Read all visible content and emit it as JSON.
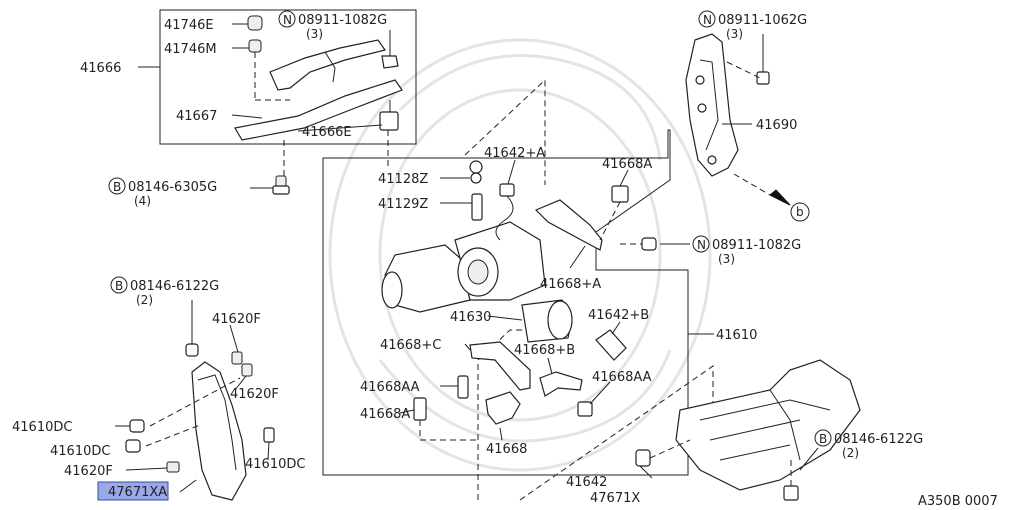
{
  "diagram_ref": "A350B 0007",
  "labels": {
    "p41746E": "41746E",
    "p41746M": "41746M",
    "p41666": "41666",
    "p41667": "41667",
    "p41666E": "41666E",
    "bolt_08146_6305G": "08146-6305G",
    "bolt_08146_6305G_qty": "(4)",
    "nut_08911_1082G_top": "08911-1082G",
    "nut_08911_1082G_top_qty": "(3)",
    "nut_08911_1062G": "08911-1062G",
    "nut_08911_1062G_qty": "(3)",
    "p41690": "41690",
    "ref_b": "b",
    "p41642A": "41642+A",
    "p41668A": "41668A",
    "p41128Z": "41128Z",
    "p41129Z": "41129Z",
    "nut_08911_1082G_mid": "08911-1082G",
    "nut_08911_1082G_mid_qty": "(3)",
    "p41668plusA": "41668+A",
    "p41630": "41630",
    "p41642B": "41642+B",
    "p41610": "41610",
    "p41668C": "41668+C",
    "p41668B": "41668+B",
    "p41668AA_left": "41668AA",
    "p41668AA_right": "41668AA",
    "p41668A_low": "41668A",
    "p41668": "41668",
    "p41642": "41642",
    "p47671X": "47671X",
    "bolt_08146_6122G_left": "08146-6122G",
    "bolt_08146_6122G_left_qty": "(2)",
    "bolt_08146_6122G_right": "08146-6122G",
    "bolt_08146_6122G_right_qty": "(2)",
    "p41620F_top": "41620F",
    "p41620F_mid": "41620F",
    "p41620F_low": "41620F",
    "p41610DC_a": "41610DC",
    "p41610DC_b": "41610DC",
    "p41610DC_c": "41610DC",
    "p47671XA": "47671XA",
    "badge_N": "N",
    "badge_B": "B"
  }
}
